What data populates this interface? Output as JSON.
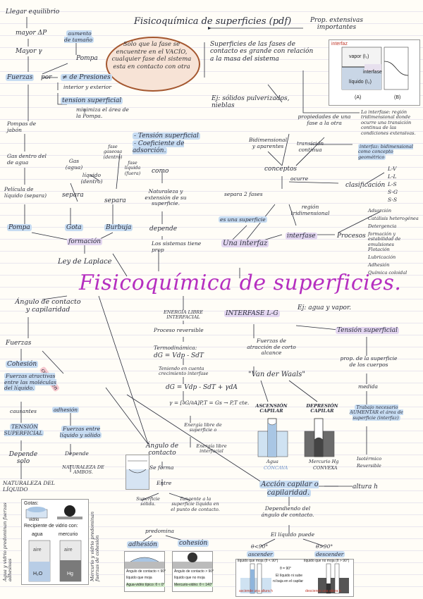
{
  "header": {
    "title": "Fisicoquímica de superficies (pdf)",
    "top_left": "Llegar equilibrio",
    "prop_ext": "Prop. extensivas\nimportantes"
  },
  "center_title": "Fisicoquímica de superficies.",
  "bubble": "Solo que la fase se encuentre en el VACÍO, cualquier fase del sistema esta en contacto con otra",
  "left_top": {
    "mayor_dp": "mayor ΔP",
    "mayor_gamma": "Mayor γ",
    "aumento": "aumento de tamaño",
    "pompa": "Pompa",
    "fuerzas": "Fuerzas",
    "por": "por",
    "dif_presiones": "≠ de Presiones",
    "int_ext": "interior y exterior",
    "tension_sup": "tension superficial",
    "minimiza": "minimiza el área de la Pompa.",
    "pompas_jabon": "Pompas de jabón",
    "gas_dentro": "Gas dentro del de agua",
    "gas_agua": "Gas (agua)",
    "liquido_dentro": "líquido (dentro)",
    "fase_gaseosa": "fase gaseosa (dentro)",
    "fase_liquida": "fase líquida (fuera)",
    "separa1": "separa",
    "separa2": "separa",
    "pelicula": "Película de líquido (separa)",
    "pompa2": "Pompa",
    "gota": "Gota",
    "burbuja": "Burbuja",
    "formacion": "formación",
    "ley_laplace": "Ley de Laplace",
    "tension_sup2": "- Tensión superficial",
    "coef_ads": "- Coeficiente de adsorción.",
    "como": "como",
    "naturaleza": "Naturaleza y extensión de su superficie.",
    "depende": "depende",
    "sistemas": "Los sistemas tiene prop"
  },
  "right_top": {
    "superficies": "Superficies de las fases de contacto es grande con relación a la masa del sistema",
    "ej": "Ej: sólidos pulverizados, nieblas",
    "propiedades": "propiedades de una fase a la otra",
    "bidimensional": "Bidimensional y aparentes",
    "transicion": "transición continua",
    "conceptos": "conceptos",
    "ocurre": "ocurre",
    "clasificacion": "clasificación",
    "separa2fases": "separa 2 fases",
    "es_una": "es una superficie",
    "region": "región tridimensional",
    "una_interfaz": "Una interfaz",
    "interfase": "interfase",
    "procesos": "Procesos",
    "la_interfaz": "La interfase: región tridimensional donde ocurre una transición continua de las condiciones extensivas.",
    "interfaz_bid": "interfaz: bidimensional como concepto geométrico",
    "clases": [
      "L-V",
      "L-L",
      "L-S",
      "S-G",
      "S-S"
    ],
    "procesos_list": [
      "Adsorción",
      "Catálisis heterogénea",
      "Detergencia",
      "formación y estabilidad de emulsiones",
      "Flotación",
      "Lubricación",
      "Adhesión",
      "Química coloidal"
    ],
    "fig_labels": [
      "interfaz",
      "vapor (I₁)",
      "interfase",
      "líquido (I₂)",
      "(A)",
      "(B)"
    ]
  },
  "left_bottom": {
    "angulo": "Ángulo de contacto y capilaridad",
    "fuerzas": "Fuerzas",
    "cohesion": "Cohesión",
    "compiten": "compiten",
    "fuerzas_atractivas": "Fuerzas atractivas entre las moléculas del líquido.",
    "causantes": "causantes",
    "tension": "TENSIÓN SUPERFICIAL",
    "adhesion": "adhesión",
    "fuerzas_entre": "Fuerzas entre líquido y sólido",
    "depende_solo": "Depende solo",
    "depende2": "Depende",
    "naturaleza_liq": "NATURALEZA DEL LÍQUIDO",
    "naturaleza_ambos": "NATURALEZA DE AMBOS.",
    "agua_vidrio": "Agua y vidrio predominan fuerzas adhesivas",
    "mercurio_vidrio": "Mercurio y vidrio predominan fuerzas de cohesión",
    "fig_title": "Gotas:",
    "fig_recipiente": "Recipiente de vidrio con:",
    "fig_agua": "agua",
    "fig_mercurio": "mercurio",
    "fig_aire": "aire",
    "fig_h2o": "H₂O",
    "fig_hg": "Hg",
    "fig_vidrio": "vidrio"
  },
  "middle_bottom": {
    "energia_libre": "ENERGÍA LIBRE INTERFACIAL",
    "proceso": "Proceso reversible",
    "termo": "Termodinámica:",
    "eq1": "dG = Vdp - SdT",
    "teniendo": "Teniendo en cuenta crecimiento interfase",
    "eq2": "dG = Vdp - SdT + γdA",
    "eq3": "γ = [∂G/∂A]P,T = Gs → P,T cte.",
    "energia_sup": "Energía libre de superficie o",
    "energia_int": "Energía libre interfacial",
    "angulo_contacto": "Ángulo de contacto",
    "se_forma": "Se forma",
    "entre": "Entre",
    "superficie_solida": "Superficie sólida.",
    "tangente": "Tangente a la superficie líquida en el punto de contacto.",
    "predomina": "predomina",
    "adhesion": "adhesión",
    "cohesion": "cohesión",
    "table1": [
      "Ángulo de contacto < 90°",
      "líquido que moja",
      "Agua-vidrio típico: θ ≈ 0°"
    ],
    "table2": [
      "Ángulo de contacto > 90°",
      "líquido que no moja",
      "Mercurio-vidrio: θ ≈ 140°"
    ]
  },
  "right_bottom": {
    "interfase_lg": "INTERFASE L-G",
    "ej": "Ej: agua y vapor.",
    "tension_sup": "Tensión superficial",
    "fuerzas_atraccion": "Fuerzas de atracción de corto alcance",
    "van_der_waals": "\"Van der Waals\"",
    "prop_sup": "prop. de la superficie de los cuerpos",
    "medida": "medida",
    "trabajo": "Trabajo necesario AUMENTAR el área de superficie (interfaz)",
    "isotermico": "Isotérmico",
    "reversible": "Reversible",
    "ascension": "ASCENSIÓN CAPILAR",
    "depresion": "DEPRESIÓN CAPILAR",
    "agua": "Agua",
    "concava": "CÓNCAVA",
    "mercurio": "Mercurio Hg",
    "convexa": "CONVEXA",
    "accion": "Acción capilar o capilaridad.",
    "altura": "altura h",
    "dependiendo": "Dependiendo del ángulo de contacto.",
    "el_liquido": "El líquido puede",
    "ascender": "ascender",
    "descender": "descender",
    "theta1": "θ<90°",
    "theta2": "θ>90°",
    "fig_left": "líquido que moja (θ < 90°)",
    "fig_right": "líquido que no moja (θ > 90°)",
    "fig_mid": [
      "θ = 90°",
      "El líquido ni sube",
      "ni baja en el capilar"
    ],
    "fig_asciende": "asciende una altura h",
    "fig_desciende": "desciende una altura h"
  },
  "colors": {
    "title": "#b52ec0",
    "highlight_blue": "#c7dcf2",
    "highlight_purple": "#e3d6f0",
    "bubble_border": "#a4572f"
  }
}
